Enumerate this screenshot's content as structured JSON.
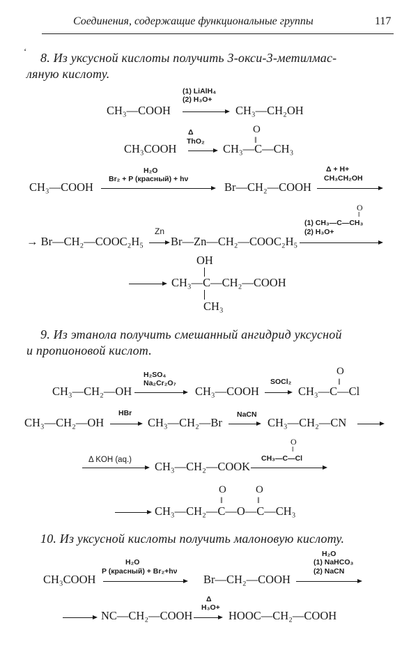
{
  "header": {
    "running_title": "Соединения, содержащие функциональные группы",
    "page_number": "117",
    "margin_mark": "ʻ"
  },
  "problem8": {
    "title_line1": "8. Из уксусной кислоты получить 3-окси-3-метилмас-",
    "title_line2": "ляную кислоту.",
    "r1": {
      "reactant": "CH₃—COOH",
      "cond1": "(1) LiAlH₄",
      "cond2": "(2) H₃O+",
      "product": "CH₃—CH₂OH"
    },
    "r2": {
      "reactant": "CH₃COOH",
      "cond1": "Δ",
      "cond2": "ThO₂",
      "product": "CH₃—C—CH₃",
      "oxygen": "O"
    },
    "r3": {
      "reactant": "CH₃—COOH",
      "cond1": "H₂O",
      "cond2": "Br₂ + P (красный) + hν",
      "product": "Br—CH₂—COOH",
      "cond3": "Δ + H+",
      "cond4": "CH₃CH₂OH"
    },
    "r4": {
      "reactant": "→ Br—CH₂—COOC₂H₅",
      "cond1": "Zn",
      "product": "Br—Zn—CH₂—COOC₂H₅",
      "cond2": "(1) CH₃—C—CH₃",
      "cond2_oxygen": "O",
      "cond3": "(2) H₃O+"
    },
    "r5": {
      "product": "CH₃—C—CH₂—COOH",
      "substituent_top": "OH",
      "substituent_bottom": "CH₃"
    }
  },
  "problem9": {
    "title_line1": "9. Из этанола получить смешанный ангидрид уксусной",
    "title_line2": "и пропионовой кислот.",
    "r1": {
      "reactant": "CH₃—CH₂—OH",
      "cond1": "H₂SO₄",
      "cond2": "Na₂Cr₂O₇",
      "product": "CH₃—COOH",
      "cond3": "SOCl₂",
      "product2": "CH₃—C—Cl",
      "oxygen": "O"
    },
    "r2": {
      "reactant": "CH₃—CH₂—OH",
      "cond1": "HBr",
      "product": "CH₃—CH₂—Br",
      "cond2": "NaCN",
      "product2": "CH₃—CH₂—CN"
    },
    "r3": {
      "cond1": "Δ KOH (aq.)",
      "product": "CH₃—CH₂—COOK",
      "cond2": "CH₃—C—Cl",
      "cond2_oxygen": "O"
    },
    "r4": {
      "product": "CH₃—CH₂—C—O—C—CH₃",
      "oxygen": "O"
    }
  },
  "problem10": {
    "title_line1": "10. Из уксусной кислоты получить малоновую кислоту.",
    "r1": {
      "reactant": "CH₃COOH",
      "cond1": "H₂O",
      "cond2": "P (красный) + Br₂+hν",
      "product": "Br—CH₂—COOH",
      "cond3": "H₂O",
      "cond4": "(1) NaHCO₃",
      "cond5": "(2) NaCN"
    },
    "r2": {
      "product": "NC—CH₂—COOH",
      "cond1": "Δ",
      "cond2": "H₃O+",
      "product2": "HOOC—CH₂—COOH"
    }
  }
}
